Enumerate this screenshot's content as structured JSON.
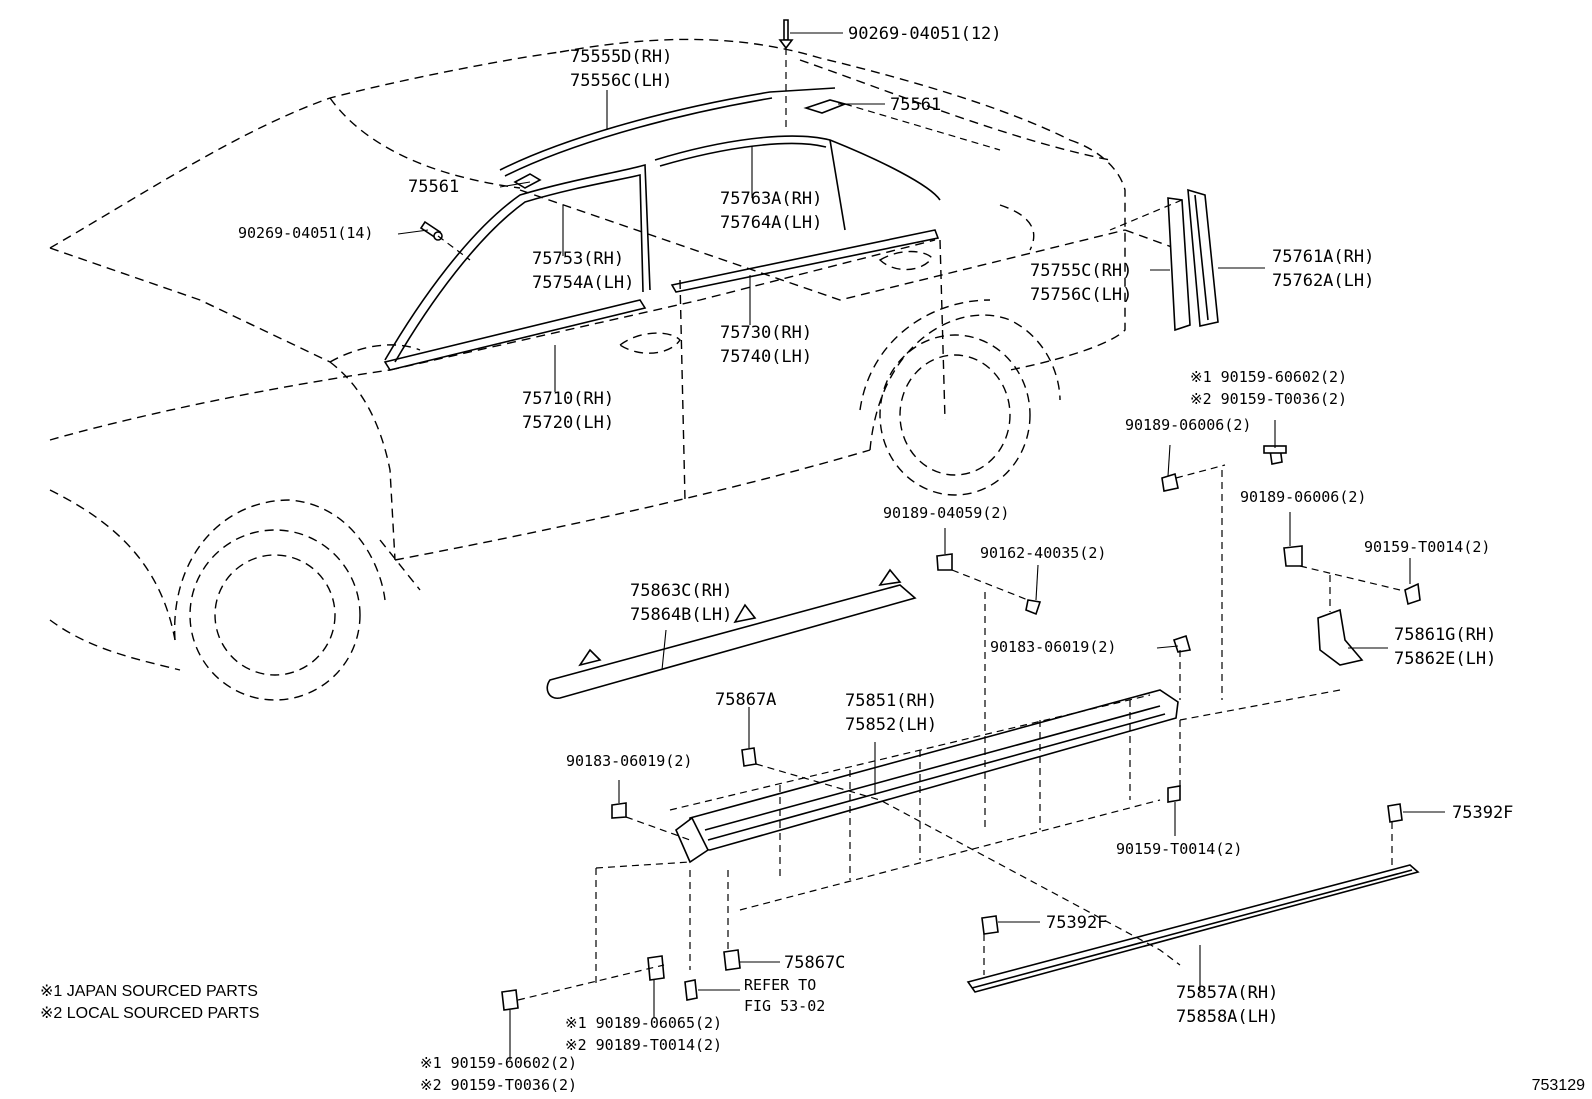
{
  "callouts": {
    "c01": "90269-04051(12)",
    "c02a": "75555D(RH)",
    "c02b": "75556C(LH)",
    "c03": "75561",
    "c04": "75561",
    "c05": "90269-04051(14)",
    "c06a": "75763A(RH)",
    "c06b": "75764A(LH)",
    "c07a": "75753(RH)",
    "c07b": "75754A(LH)",
    "c08a": "75755C(RH)",
    "c08b": "75756C(LH)",
    "c09a": "75761A(RH)",
    "c09b": "75762A(LH)",
    "c10a": "75730(RH)",
    "c10b": "75740(LH)",
    "c11a": "75710(RH)",
    "c11b": "75720(LH)",
    "c12a": "※1 90159-60602(2)",
    "c12b": "※2 90159-T0036(2)",
    "c13": "90189-06006(2)",
    "c14": "90189-06006(2)",
    "c15": "90189-04059(2)",
    "c16": "90162-40035(2)",
    "c17": "90159-T0014(2)",
    "c18a": "75863C(RH)",
    "c18b": "75864B(LH)",
    "c19": "90183-06019(2)",
    "c20a": "75861G(RH)",
    "c20b": "75862E(LH)",
    "c21": "75867A",
    "c22a": "75851(RH)",
    "c22b": "75852(LH)",
    "c23": "90183-06019(2)",
    "c24": "75392F",
    "c25": "90159-T0014(2)",
    "c26": "75392F",
    "c27": "75867C",
    "c28a": "REFER TO",
    "c28b": "FIG 53-02",
    "c29a": "75857A(RH)",
    "c29b": "75858A(LH)",
    "c30a": "※1 90189-06065(2)",
    "c30b": "※2 90189-T0014(2)",
    "c31a": "※1 90159-60602(2)",
    "c31b": "※2 90159-T0036(2)"
  },
  "notes": {
    "japan": "※1 JAPAN SOURCED PARTS",
    "local": "※2 LOCAL SOURCED PARTS"
  },
  "figure_id": "753129"
}
